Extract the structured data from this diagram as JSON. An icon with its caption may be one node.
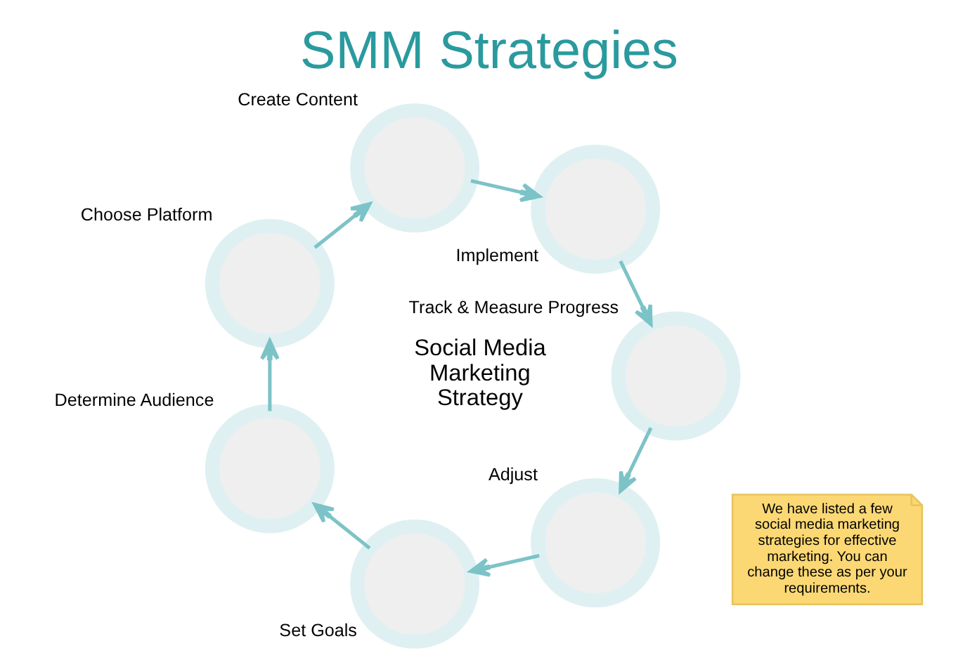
{
  "diagram": {
    "title": "SMM Strategies",
    "nodes": [
      {
        "text": [],
        "shape": "circle",
        "beside": [
          "Adjust"
        ]
      },
      {
        "text": [],
        "shape": "circle",
        "beside": [
          "Set Goals"
        ]
      },
      {
        "text": [],
        "shape": "circle",
        "beside": [
          "Determine Audience"
        ]
      },
      {
        "text": [],
        "shape": "circle",
        "beside": [
          "Choose Platform"
        ]
      },
      {
        "text": [],
        "shape": "circle",
        "beside": [
          "Create Content"
        ]
      },
      {
        "text": [],
        "shape": "circle",
        "beside": [
          "Implement"
        ]
      },
      {
        "text": [],
        "shape": "circle",
        "beside": [
          "Track & Measure Progress"
        ]
      },
      {
        "text": [
          "We have listed a few social media marketing strategies for effective marketing. You can change these as per your requirements."
        ]
      }
    ],
    "edges": [
      {
        "from": 0,
        "to": 1,
        "arrow": "to"
      },
      {
        "from": 1,
        "to": 2,
        "arrow": "to"
      },
      {
        "from": 2,
        "to": 3,
        "arrow": "to"
      },
      {
        "from": 3,
        "to": 4,
        "arrow": "to"
      },
      {
        "from": 4,
        "to": 5,
        "arrow": "to"
      },
      {
        "from": 5,
        "to": 6,
        "arrow": "to"
      },
      {
        "from": 6,
        "to": 0,
        "arrow": "to"
      }
    ],
    "labels": [
      "Social Media Marketing Strategy"
    ]
  }
}
